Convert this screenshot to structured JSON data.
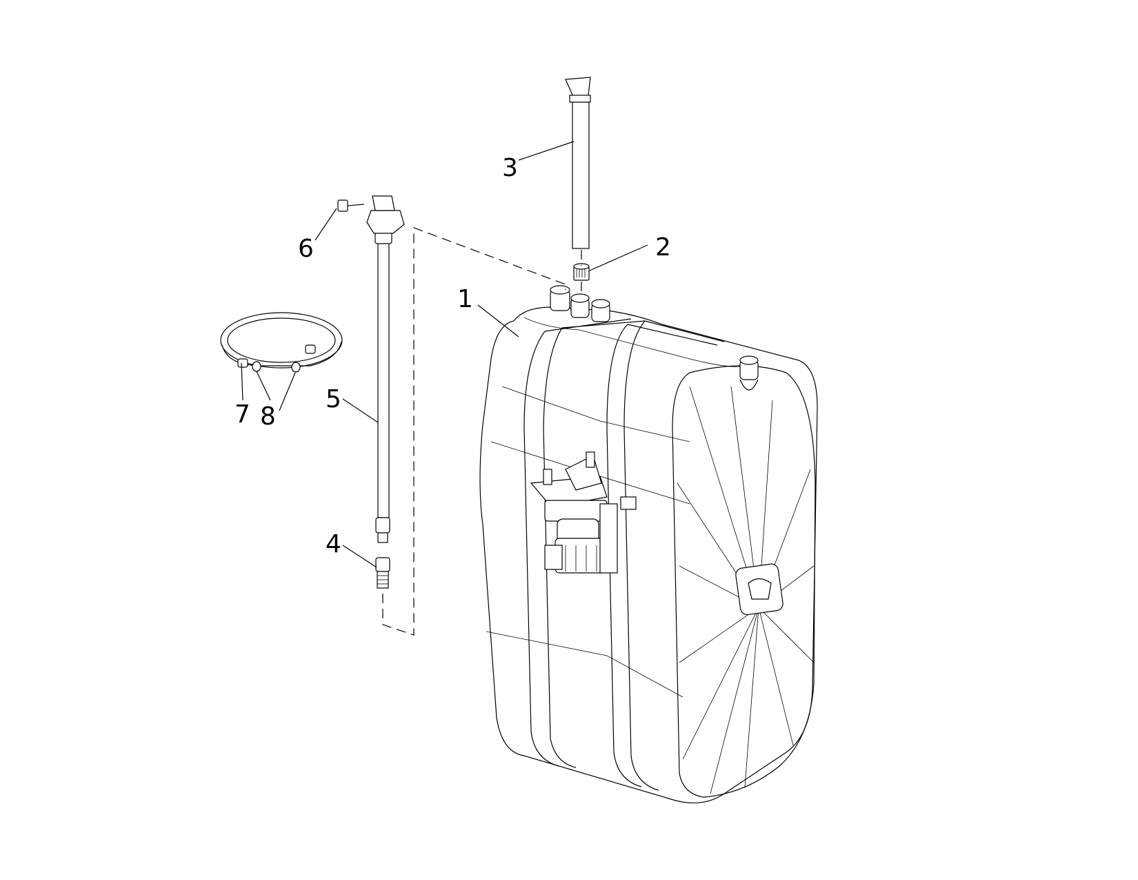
{
  "callouts": {
    "c1": "1",
    "c2": "2",
    "c3": "3",
    "c4": "4",
    "c5": "5",
    "c6": "6",
    "c7": "7",
    "c8": "8"
  },
  "colors": {
    "ink": "#000000",
    "background": "#ffffff"
  }
}
